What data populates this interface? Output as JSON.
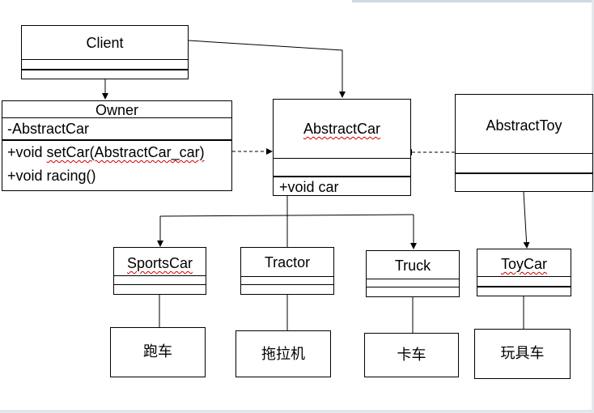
{
  "client": {
    "name": "Client"
  },
  "owner": {
    "name": "Owner",
    "attribute": "-AbstractCar",
    "method_set_prefix": "+void ",
    "method_set_name": "setCar(AbstractCar_car)",
    "method_racing": "+void racing()"
  },
  "abstract_car": {
    "name": "AbstractCar",
    "method": "+void car"
  },
  "abstract_toy": {
    "name": "AbstractToy"
  },
  "sports_car": {
    "name": "SportsCar",
    "note": "跑车"
  },
  "tractor": {
    "name": "Tractor",
    "note": "拖拉机"
  },
  "truck": {
    "name": "Truck",
    "note": "卡车"
  },
  "toy_car": {
    "name": "ToyCar",
    "note": "玩具车"
  }
}
